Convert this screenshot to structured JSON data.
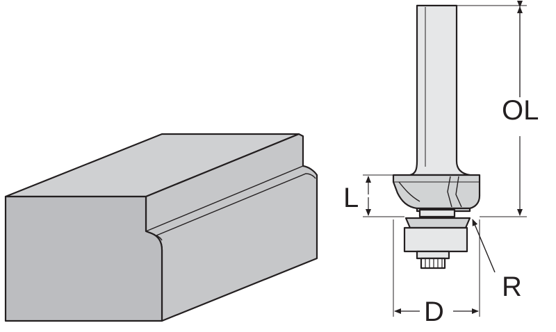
{
  "labels": {
    "overall_length": "OL",
    "cutting_length": "L",
    "radius": "R",
    "diameter": "D"
  },
  "colors": {
    "line": "#231f20",
    "wood_front": "#bcbdc0",
    "wood_top": "#cfd0d2",
    "wood_side": "#c6c7c9",
    "bit_light": "#e6e7e8",
    "bit_mid": "#d1d3d4",
    "background": "#ffffff"
  }
}
